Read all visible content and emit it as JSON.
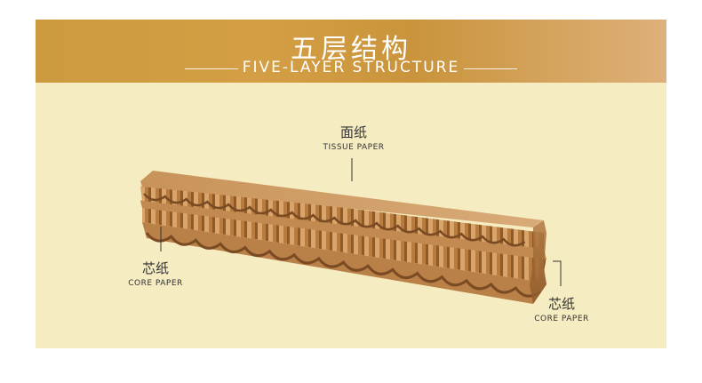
{
  "header": {
    "title_cn": "五层结构",
    "title_en": "FIVE-LAYER STRUCTURE"
  },
  "labels": {
    "tissue": {
      "cn": "面纸",
      "en": "TISSUE PAPER"
    },
    "core_left": {
      "cn": "芯纸",
      "en": "CORE PAPER"
    },
    "core_right": {
      "cn": "芯纸",
      "en": "CORE PAPER"
    }
  },
  "colors": {
    "banner": "#cc9a3f",
    "panel": "#f6ecc1",
    "kraft": "#c48e52"
  }
}
